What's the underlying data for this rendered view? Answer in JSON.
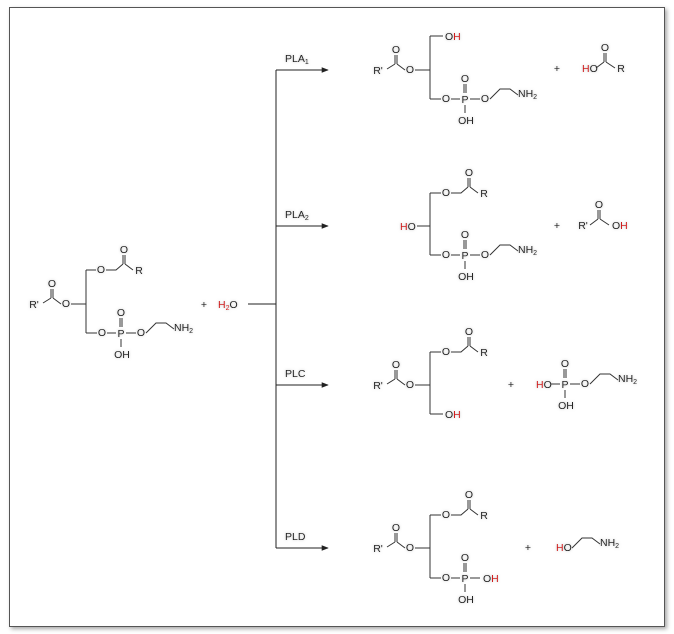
{
  "diagram": {
    "reactant": {
      "plus": "+",
      "water_h": "H",
      "water_sub": "2",
      "water_o": "O"
    },
    "enzymes": [
      {
        "id": "PLA1",
        "label": "PLA",
        "sub": "1"
      },
      {
        "id": "PLA2",
        "label": "PLA",
        "sub": "2"
      },
      {
        "id": "PLC",
        "label": "PLC",
        "sub": ""
      },
      {
        "id": "PLD",
        "label": "PLD",
        "sub": ""
      }
    ],
    "atoms": {
      "O": "O",
      "P": "P",
      "OH": "OH",
      "HO": "HO",
      "R": "R",
      "R_prime": "R'",
      "NH": "NH",
      "NH_sub": "2",
      "H": "H"
    },
    "plus": "+"
  }
}
